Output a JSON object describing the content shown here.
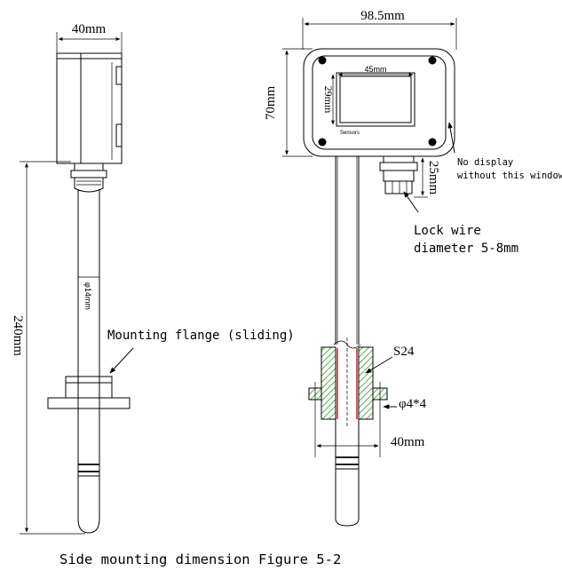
{
  "left_view": {
    "housing_width": "40mm",
    "probe_diameter": "φ14mm",
    "overall_length": "240mm",
    "flange_callout": "Mounting flange (sliding)"
  },
  "right_view": {
    "housing_width": "98.5mm",
    "housing_height": "70mm",
    "window_width": "45mm",
    "window_height": "29mm",
    "brand_label": "Sensors",
    "display_note_line1": "No display",
    "display_note_line2": "without this window",
    "gland_height": "25mm",
    "lock_wire_line1": "Lock wire",
    "lock_wire_line2": "diameter 5-8mm",
    "nut_size": "S24",
    "hole_spec": "φ4*4",
    "flange_width": "40mm"
  },
  "caption": "Side mounting dimension Figure 5-2"
}
